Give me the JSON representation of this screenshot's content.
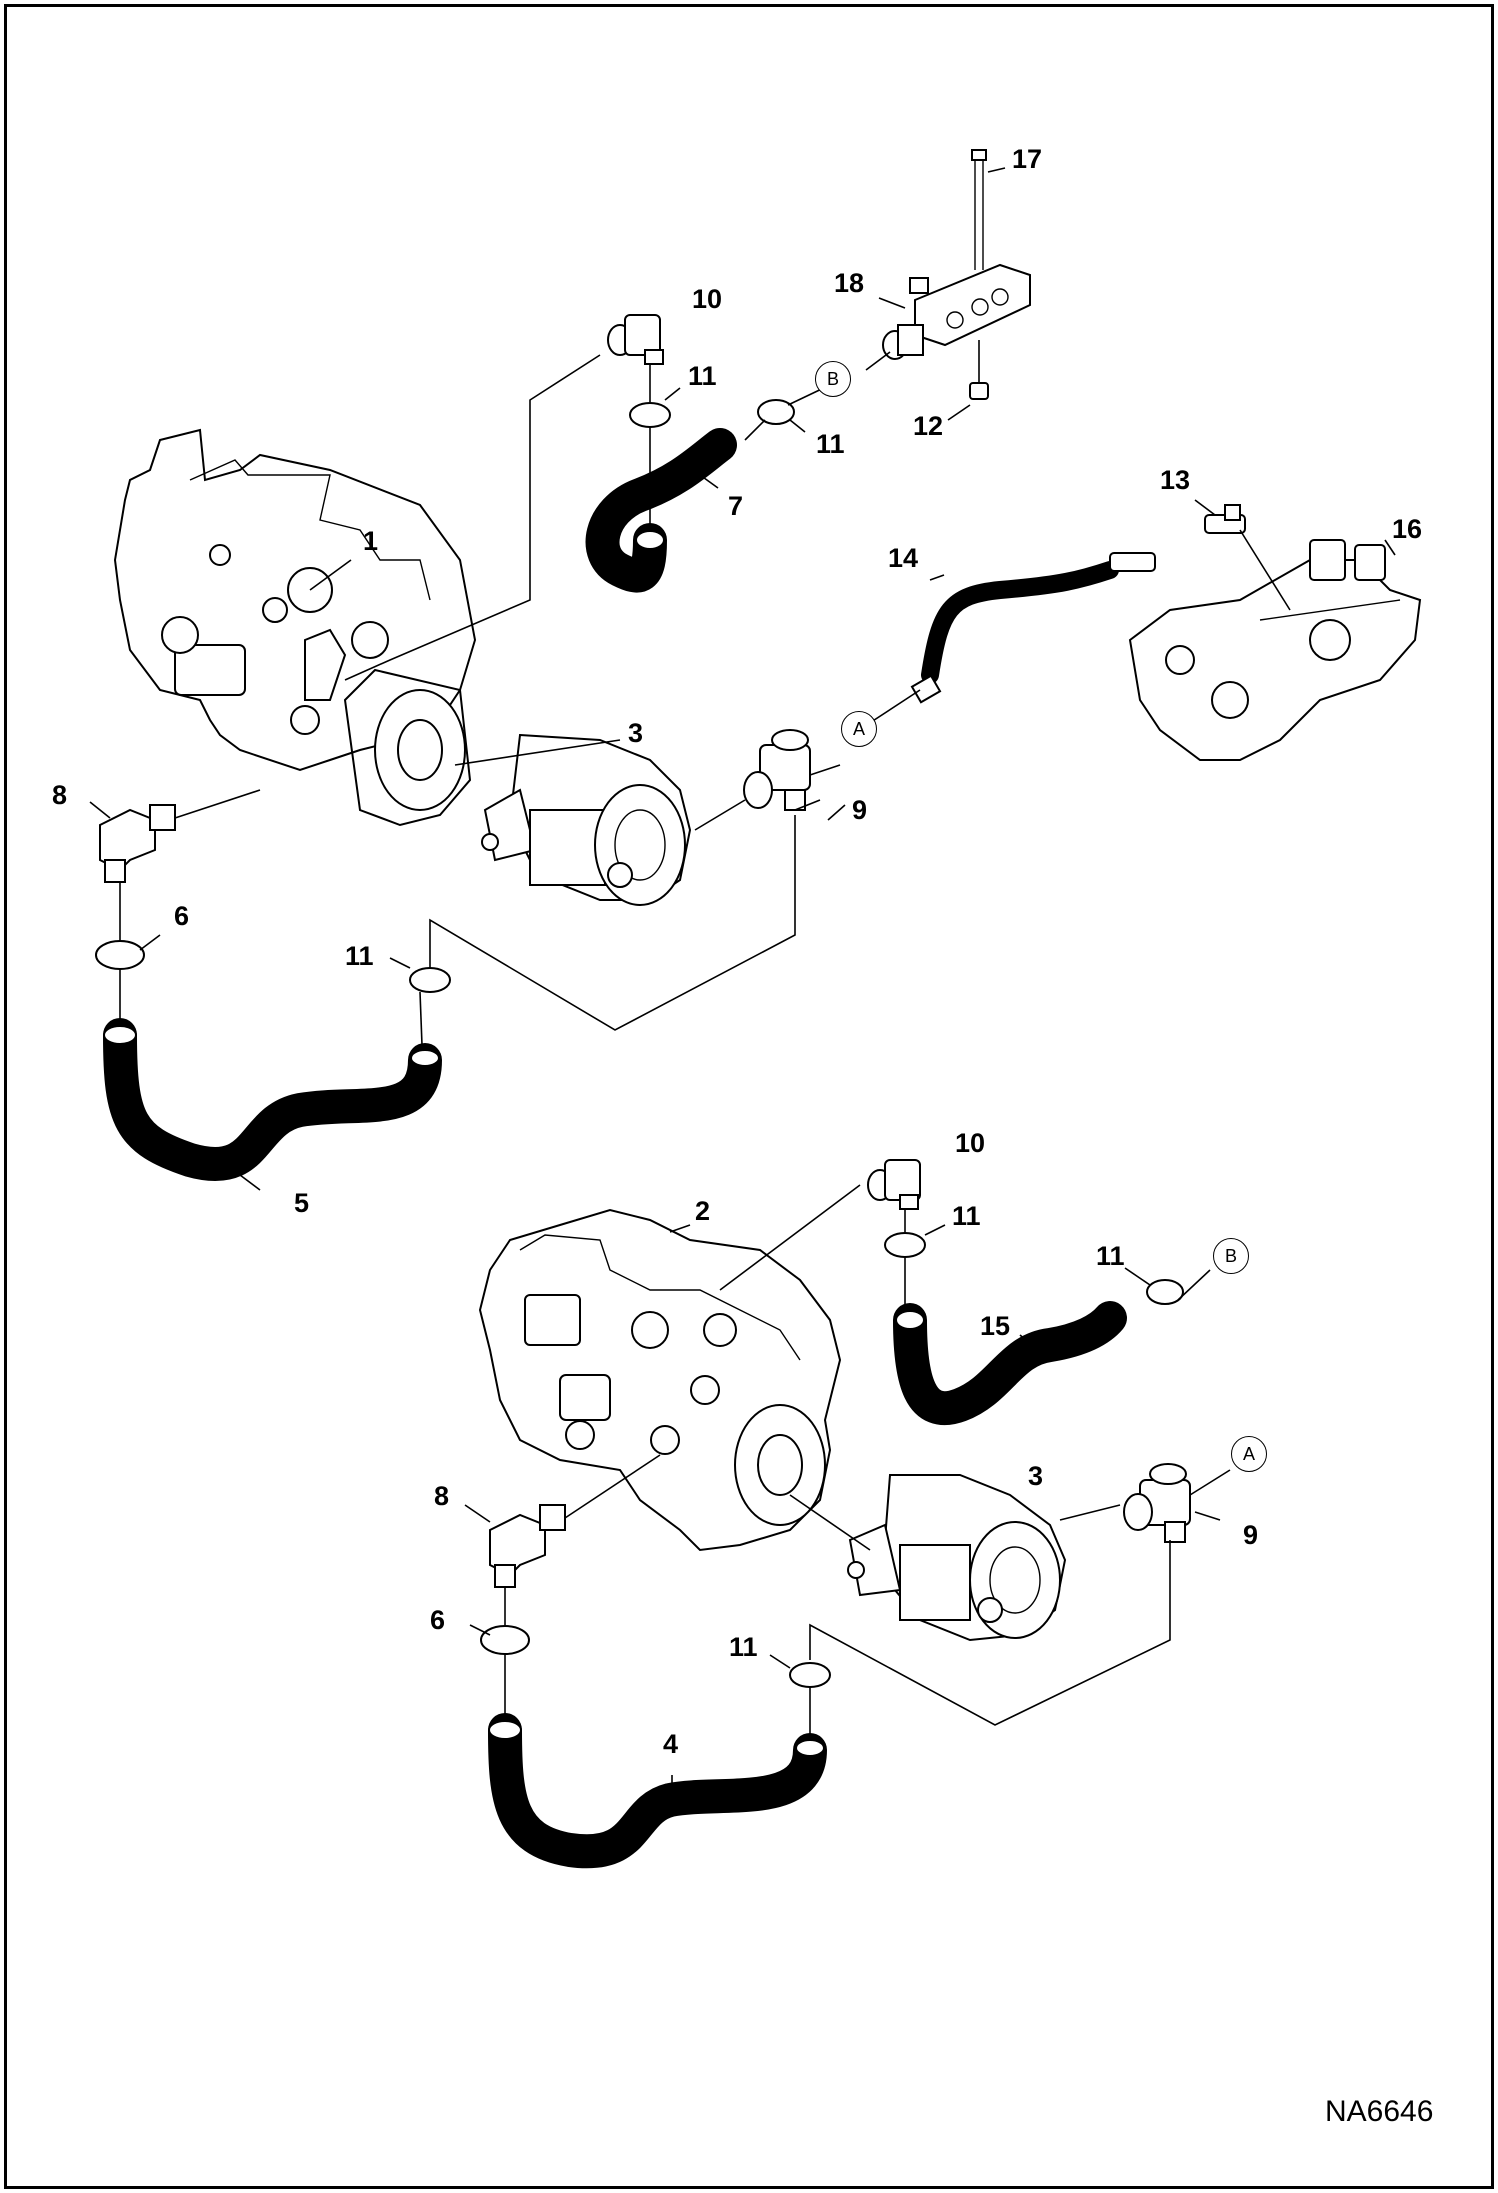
{
  "callouts": {
    "c1": "1",
    "c2": "2",
    "c3a": "3",
    "c3b": "3",
    "c4": "4",
    "c5": "5",
    "c6a": "6",
    "c6b": "6",
    "c7": "7",
    "c8a": "8",
    "c8b": "8",
    "c9a": "9",
    "c9b": "9",
    "c10a": "10",
    "c10b": "10",
    "c11a": "11",
    "c11b": "11",
    "c11c": "11",
    "c11d": "11",
    "c11e": "11",
    "c11f": "11",
    "c12": "12",
    "c13": "13",
    "c14": "14",
    "c15": "15",
    "c16": "16",
    "c17": "17",
    "c18": "18"
  },
  "refs": {
    "a1": "A",
    "a2": "A",
    "b1": "B",
    "b2": "B"
  },
  "drawing_code": "NA6646"
}
